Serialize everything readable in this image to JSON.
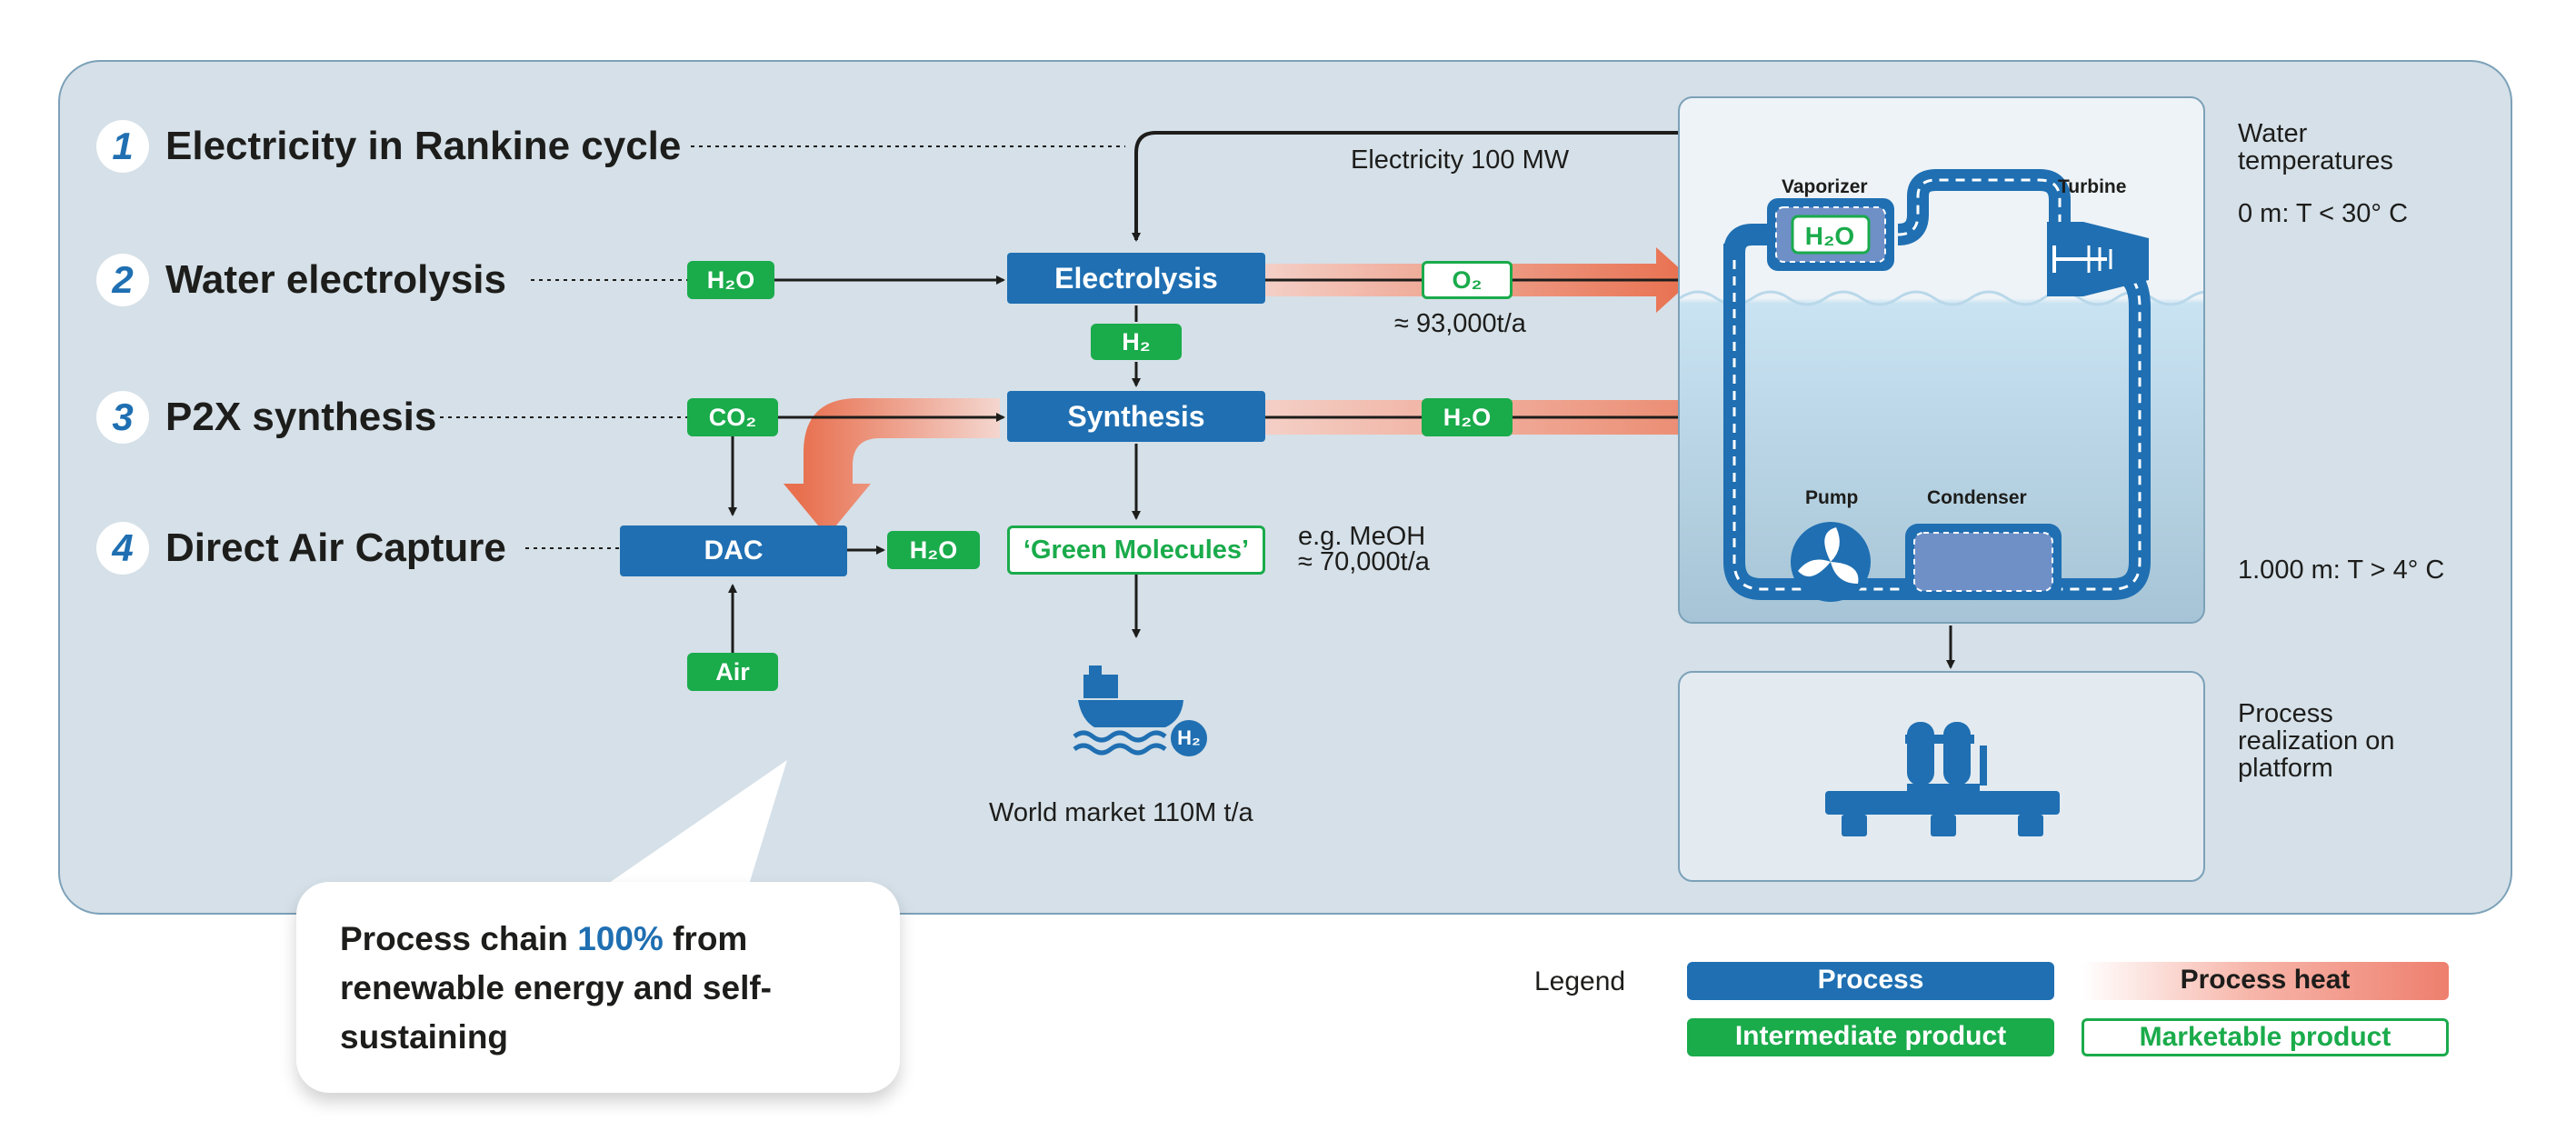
{
  "steps": [
    {
      "num": "1",
      "label": "Electricity in Rankine cycle"
    },
    {
      "num": "2",
      "label": "Water electrolysis"
    },
    {
      "num": "3",
      "label": "P2X synthesis"
    },
    {
      "num": "4",
      "label": "Direct Air Capture"
    }
  ],
  "processes": {
    "electrolysis": "Electrolysis",
    "synthesis": "Synthesis",
    "dac": "DAC"
  },
  "intermediates": {
    "h2o_in": "H₂O",
    "h2": "H₂",
    "co2": "CO₂",
    "h2o_dac": "H₂O",
    "air": "Air",
    "h2o_out": "H₂O"
  },
  "marketables": {
    "o2": "O₂",
    "green_molecules": "‘Green Molecules’"
  },
  "annotations": {
    "electricity": "Electricity 100 MW",
    "o2_amount": "≈ 93,000t/a",
    "meoh_line1": "e.g. MeOH",
    "meoh_line2": "≈ 70,000t/a",
    "world_market": "World market 110M t/a",
    "ship_h2": "H₂"
  },
  "cycle": {
    "vaporizer": "Vaporizer",
    "turbine": "Turbine",
    "pump": "Pump",
    "condenser": "Condenser",
    "vaporizer_h2o": "H₂O"
  },
  "side_notes": {
    "water_temps": "Water temperatures",
    "surface_temp": "0 m: T < 30° C",
    "deep_temp": "1.000 m: T > 4° C",
    "platform": "Process realization on platform"
  },
  "callout": {
    "before": "Process chain ",
    "highlight": "100%",
    "after": " from renewable energy and self-sustaining"
  },
  "legend": {
    "title": "Legend",
    "process": "Process",
    "process_heat": "Process heat",
    "intermediate": "Intermediate product",
    "marketable": "Marketable product"
  },
  "colors": {
    "process": "#1f6fb2",
    "intermediate": "#1aab4b",
    "heat": "#e8704f",
    "panel": "#d5e0e8"
  }
}
